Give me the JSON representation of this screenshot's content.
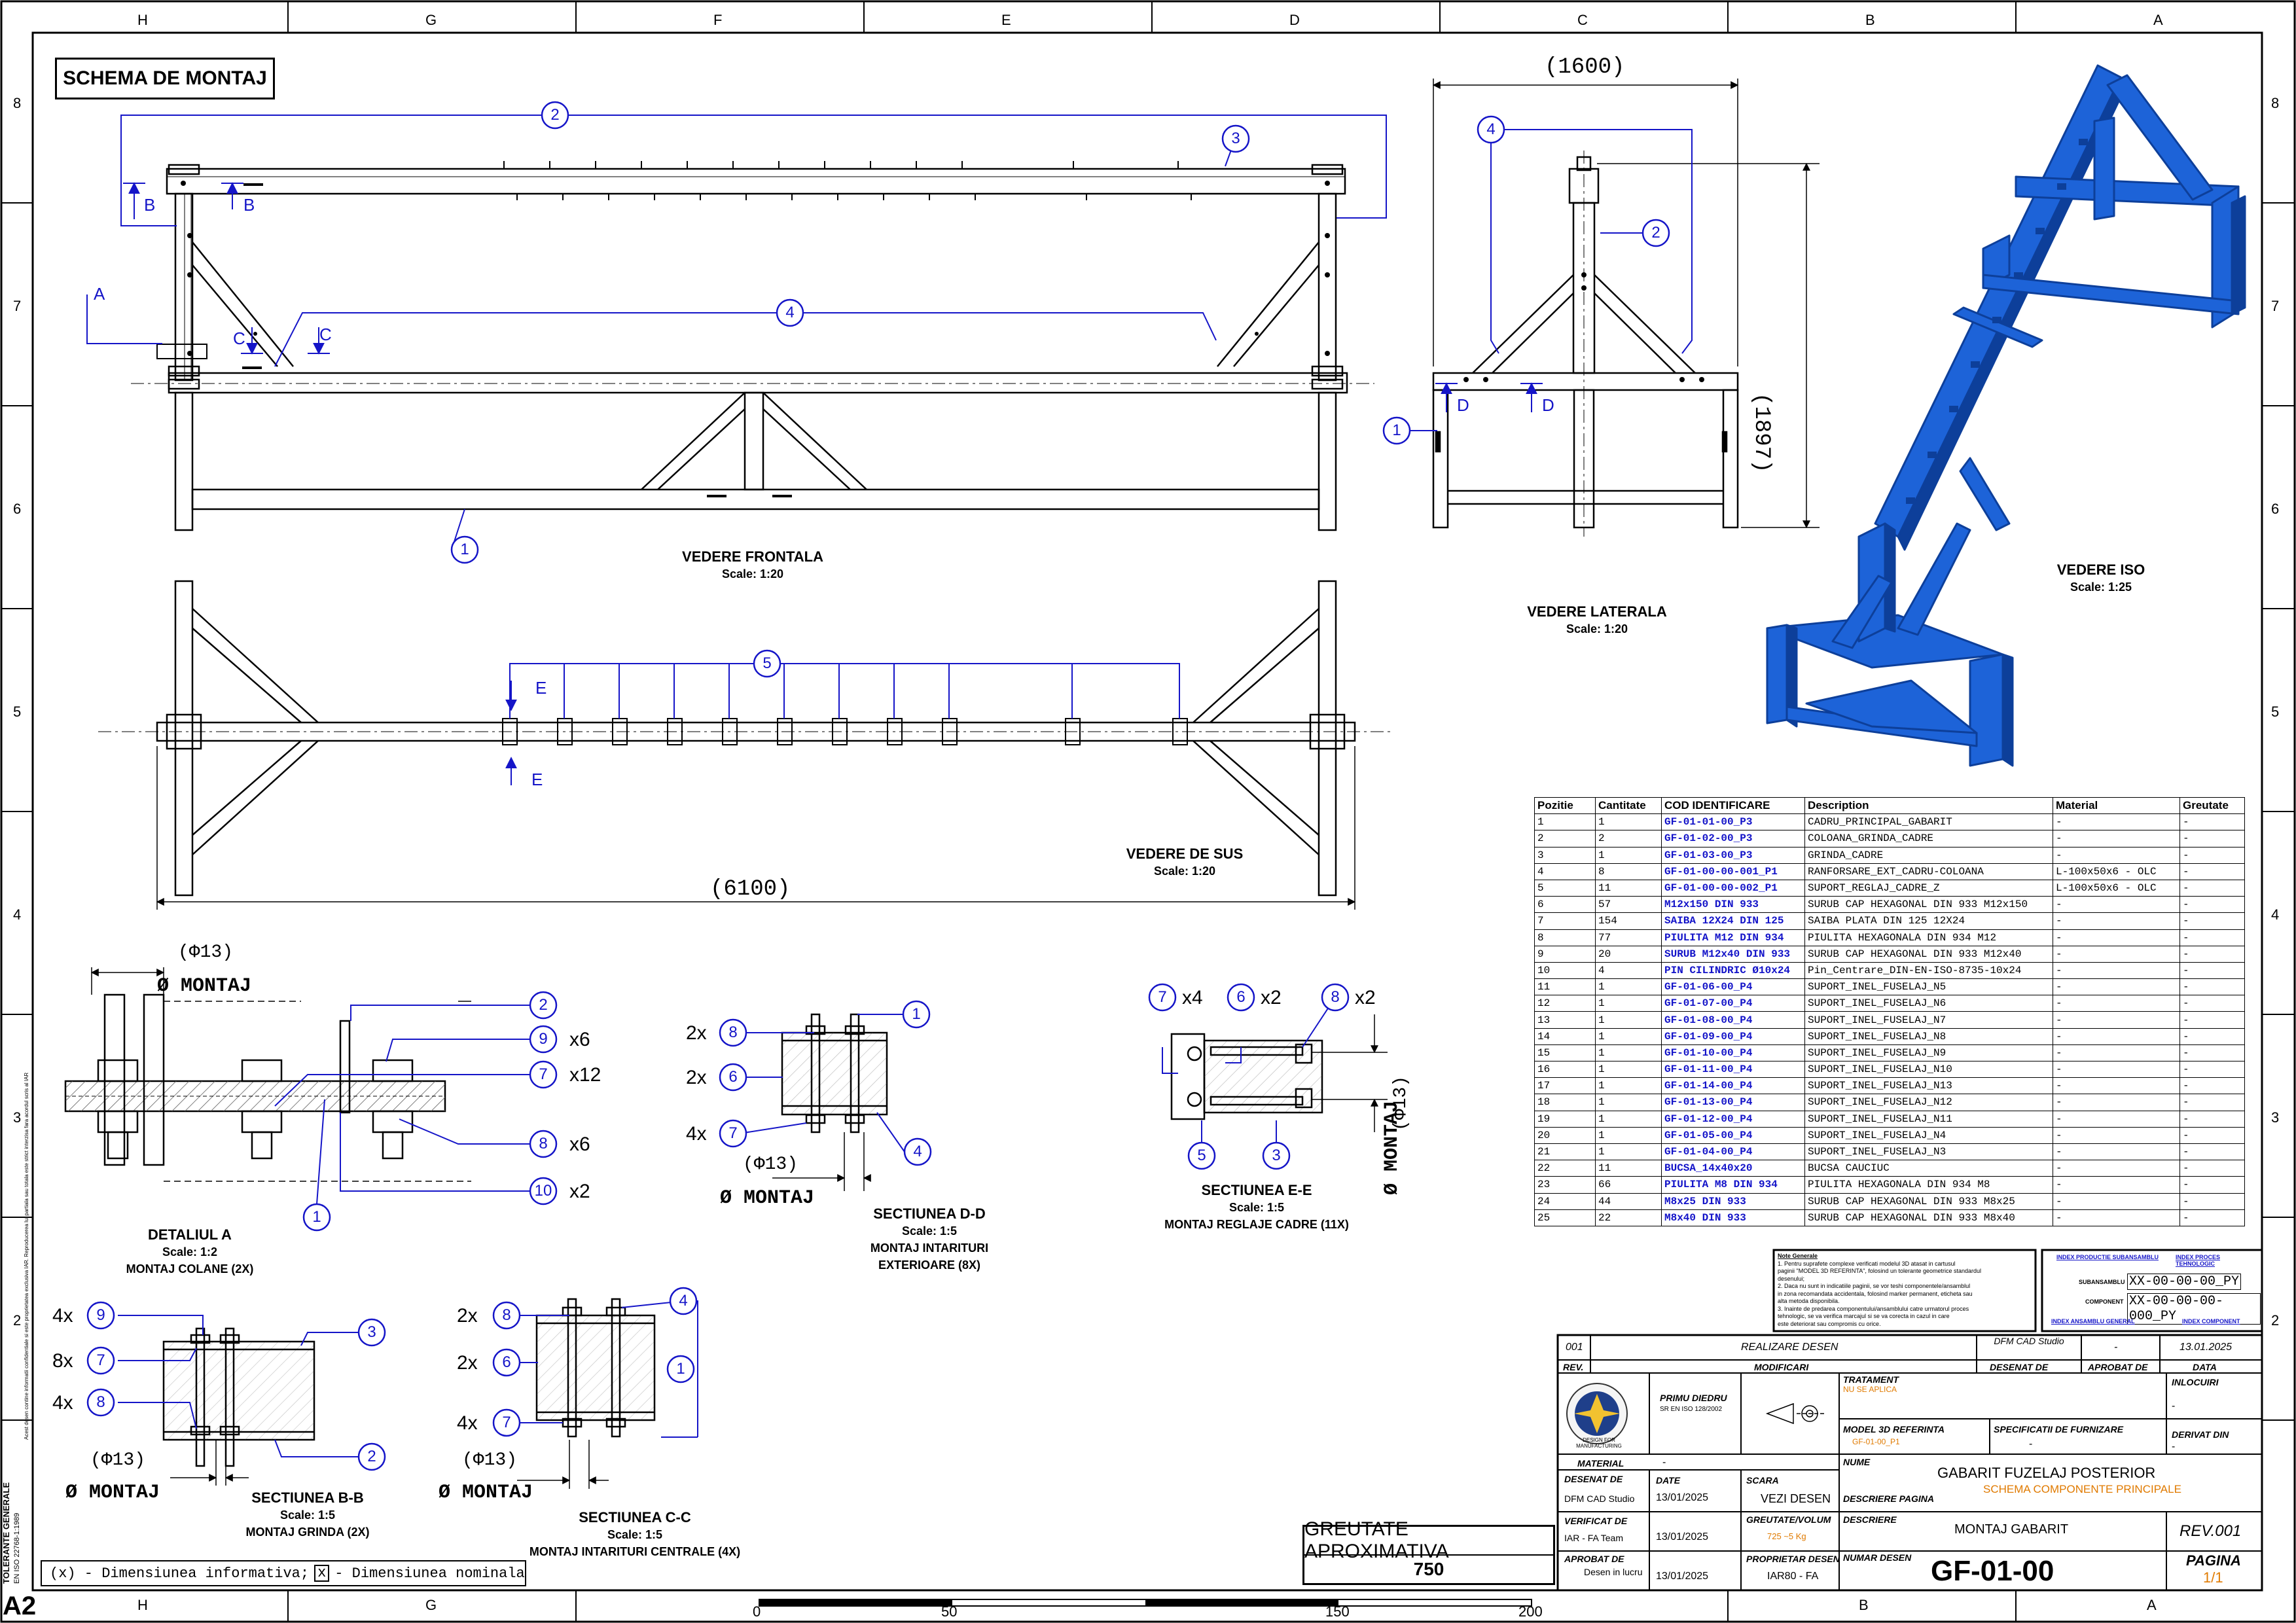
{
  "drawing_title": "SCHEMA DE MONTAJ",
  "frame": {
    "col_refs_top": [
      "H",
      "G",
      "F",
      "E",
      "D",
      "C",
      "B",
      "A"
    ],
    "col_refs_bottom": [
      "H",
      "G",
      "B",
      "A"
    ],
    "row_refs": [
      "8",
      "7",
      "6",
      "5",
      "4",
      "3",
      "2"
    ],
    "scale_bar": [
      "0",
      "50",
      "150",
      "200"
    ],
    "sheet_size": "A2"
  },
  "views": {
    "front": {
      "label": "VEDERE FRONTALA",
      "scale": "Scale:  1:20"
    },
    "top": {
      "label": "VEDERE DE SUS",
      "scale": "Scale:  1:20"
    },
    "side": {
      "label": "VEDERE LATERALA",
      "scale": "Scale:  1:20"
    },
    "iso": {
      "label": "VEDERE ISO",
      "scale": "Scale:  1:25"
    },
    "detail_a": {
      "label": "DETALIUL A",
      "scale": "Scale:  1:2",
      "note": "MONTAJ COLANE (2X)"
    },
    "sect_dd": {
      "label": "SECTIUNEA D-D",
      "scale": "Scale:  1:5",
      "note1": "MONTAJ INTARITURI",
      "note2": "EXTERIOARE (8X)"
    },
    "sect_ee": {
      "label": "SECTIUNEA E-E",
      "scale": "Scale:  1:5",
      "note": "MONTAJ REGLAJE CADRE (11X)"
    },
    "sect_bb": {
      "label": "SECTIUNEA B-B",
      "scale": "Scale:  1:5",
      "note": "MONTAJ GRINDA (2X)"
    },
    "sect_cc": {
      "label": "SECTIUNEA C-C",
      "scale": "Scale:  1:5",
      "note": "MONTAJ INTARITURI CENTRALE (4X)"
    }
  },
  "dims": {
    "overall_length": "(6100)",
    "side_width": "(1600)",
    "side_height": "(1897)",
    "hole": "(Φ13)",
    "montaj": "Ø MONTAJ"
  },
  "section_marks": [
    "A",
    "B",
    "C",
    "D",
    "E"
  ],
  "qty_marks": [
    "x6",
    "x12",
    "x6",
    "x2",
    "x4",
    "x2",
    "x2",
    "2x",
    "2x",
    "4x",
    "4x",
    "8x",
    "4x",
    "2x",
    "2x",
    "4x"
  ],
  "bom": {
    "headers": [
      "Pozitie",
      "Cantitate",
      "COD IDENTIFICARE",
      "Description",
      "Material",
      "Greutate"
    ],
    "rows": [
      [
        "1",
        "1",
        "GF-01-01-00_P3",
        "CADRU_PRINCIPAL_GABARIT",
        "-",
        "-"
      ],
      [
        "2",
        "2",
        "GF-01-02-00_P3",
        "COLOANA_GRINDA_CADRE",
        "-",
        "-"
      ],
      [
        "3",
        "1",
        "GF-01-03-00_P3",
        "GRINDA_CADRE",
        "-",
        "-"
      ],
      [
        "4",
        "8",
        "GF-01-00-00-001_P1",
        "RANFORSARE_EXT_CADRU-COLOANA",
        "L-100x50x6  - OLC",
        "-"
      ],
      [
        "5",
        "11",
        "GF-01-00-00-002_P1",
        "SUPORT_REGLAJ_CADRE_Z",
        "L-100x50x6  - OLC",
        "-"
      ],
      [
        "6",
        "57",
        "M12x150 DIN 933",
        "SURUB CAP HEXAGONAL DIN 933 M12x150",
        "-",
        "-"
      ],
      [
        "7",
        "154",
        "SAIBA 12X24 DIN 125",
        "SAIBA PLATA DIN 125 12X24",
        "-",
        "-"
      ],
      [
        "8",
        "77",
        "PIULITA M12 DIN 934",
        "PIULITA HEXAGONALA DIN 934 M12",
        "-",
        "-"
      ],
      [
        "9",
        "20",
        "SURUB M12x40 DIN 933",
        "SURUB CAP HEXAGONAL DIN 933 M12x40",
        "-",
        "-"
      ],
      [
        "10",
        "4",
        "PIN CILINDRIC Ø10x24",
        "Pin_Centrare_DIN-EN-ISO-8735-10x24",
        "-",
        "-"
      ],
      [
        "11",
        "1",
        "GF-01-06-00_P4",
        "SUPORT_INEL_FUSELAJ_N5",
        "-",
        "-"
      ],
      [
        "12",
        "1",
        "GF-01-07-00_P4",
        "SUPORT_INEL_FUSELAJ_N6",
        "-",
        "-"
      ],
      [
        "13",
        "1",
        "GF-01-08-00_P4",
        "SUPORT_INEL_FUSELAJ_N7",
        "-",
        "-"
      ],
      [
        "14",
        "1",
        "GF-01-09-00_P4",
        "SUPORT_INEL_FUSELAJ_N8",
        "-",
        "-"
      ],
      [
        "15",
        "1",
        "GF-01-10-00_P4",
        "SUPORT_INEL_FUSELAJ_N9",
        "-",
        "-"
      ],
      [
        "16",
        "1",
        "GF-01-11-00_P4",
        "SUPORT_INEL_FUSELAJ_N10",
        "-",
        "-"
      ],
      [
        "17",
        "1",
        "GF-01-14-00_P4",
        "SUPORT_INEL_FUSELAJ_N13",
        "-",
        "-"
      ],
      [
        "18",
        "1",
        "GF-01-13-00_P4",
        "SUPORT_INEL_FUSELAJ_N12",
        "-",
        "-"
      ],
      [
        "19",
        "1",
        "GF-01-12-00_P4",
        "SUPORT_INEL_FUSELAJ_N11",
        "-",
        "-"
      ],
      [
        "20",
        "1",
        "GF-01-05-00_P4",
        "SUPORT_INEL_FUSELAJ_N4",
        "-",
        "-"
      ],
      [
        "21",
        "1",
        "GF-01-04-00_P4",
        "SUPORT_INEL_FUSELAJ_N3",
        "-",
        "-"
      ],
      [
        "22",
        "11",
        "BUCSA_14x40x20",
        "BUCSA CAUCIUC",
        "-",
        "-"
      ],
      [
        "23",
        "66",
        "PIULITA M8 DIN 934",
        "PIULITA HEXAGONALA DIN 934 M8",
        "-",
        "-"
      ],
      [
        "24",
        "44",
        "M8x25  DIN 933",
        "SURUB CAP HEXAGONAL DIN 933 M8x25",
        "-",
        "-"
      ],
      [
        "25",
        "22",
        "M8x40  DIN 933",
        "SURUB CAP HEXAGONAL DIN 933 M8x40",
        "-",
        "-"
      ]
    ]
  },
  "notes": {
    "title": "Note Generale",
    "lines": [
      "1. Pentru suprafete complexe verificati modelul 3D atasat in cartusul",
      "paginii \"MODEL 3D REFERINTA\", folosind un tolerante geometrice standardul",
      "desenului;",
      "2. Daca nu sunt in indicatiile paginii, se vor teshi componentele/ansamblul",
      "in zona recomandata accidentala, folosind marker permanent, eticheta sau",
      "alta metoda disponibila.",
      "3. Inainte de predarea componentului/ansamblului catre urmatorul proces",
      "tehnologic, se va verifica marcajul si se va corecta in cazul in care",
      "este deteriorat sau compromis cu orice."
    ]
  },
  "code_legend": {
    "c1": "INDEX PRODUCTIE SUBANSAMBLU",
    "c2": "INDEX PROCES TEHNOLOGIC",
    "sub_label": "SUBANSAMBLU",
    "sub_code": "XX-00-00-00_PY",
    "comp_label": "COMPONENT",
    "comp_code": "XX-00-00-00-000_PY",
    "c3": "INDEX ANSAMBLU GENERAL",
    "c4": "INDEX COMPONENT"
  },
  "weight": {
    "label": "GREUTATE APROXIMATIVA",
    "value": "750"
  },
  "legend_text": "(x) - Dimensiunea informativa;",
  "legend_text2": "x",
  "legend_text3": "- Dimensiunea nominala",
  "side_strip": {
    "tolerante": "TOLERANTE GENERALE",
    "standard": "EN ISO 22768-1:1989",
    "confidential": "Acest desen contine informatii confidentiale si este proprietatea exclusiva IAR. Reproducerea lui partiala sau totala este strict interzisa fara acordul scris al IAR"
  },
  "title_block": {
    "rev_row": {
      "rev": "001",
      "desc": "REALIZARE DESEN",
      "by": "DFM CAD Studio",
      "appr": "-",
      "date": "13.01.2025"
    },
    "rev_headers": {
      "rev": "REV.",
      "desc": "MODIFICARI",
      "by": "DESENAT DE",
      "appr": "APROBAT DE",
      "date": "DATA"
    },
    "projection": "PRIMU DIEDRU",
    "projection_std": "SR EN ISO 128/2002",
    "tratament_lbl": "TRATAMENT",
    "tratament": "NU SE APLICA",
    "inlocuiri_lbl": "INLOCUIRI",
    "inlocuiri": "-",
    "model_lbl": "MODEL 3D REFERINTA",
    "model": "GF-01-00_P1",
    "spec_lbl": "SPECIFICATII DE FURNIZARE",
    "spec": "-",
    "derivat_lbl": "DERIVAT DIN",
    "derivat": "-",
    "material_lbl": "MATERIAL",
    "material": "-",
    "nume_lbl": "NUME",
    "nume": "GABARIT FUZELAJ POSTERIOR",
    "subtitle": "SCHEMA COMPONENTE PRINCIPALE",
    "descriere_pag_lbl": "DESCRIERE PAGINA",
    "desenat_lbl": "DESENAT DE",
    "desenat": "DFM CAD Studio",
    "data_lbl": "DATE",
    "data1": "13/01/2025",
    "scara_lbl": "SCARA",
    "scara": "VEZI DESEN",
    "verificat_lbl": "VERIFICAT DE",
    "verificat": "IAR - FA Team",
    "data2": "13/01/2025",
    "greutate_lbl": "GREUTATE/VOLUM",
    "greutate": "725 ~5 Kg",
    "descriere_lbl": "DESCRIERE",
    "descriere": "MONTAJ GABARIT",
    "rev_lbl": "REV.001",
    "aprobat_lbl": "APROBAT DE",
    "aprobat": "Desen in lucru",
    "data3": "13/01/2025",
    "proprietar_lbl": "PROPRIETAR DESEN",
    "proprietar": "IAR80 - FA",
    "numar_lbl": "NUMAR DESEN",
    "numar": "GF-01-00",
    "pagina_lbl": "PAGINA",
    "pagina": "1/1",
    "logo_text": "DESIGN FOR MANUFACTURING"
  },
  "colors": {
    "ink": "#000000",
    "blue": "#1515c8",
    "iso_blue": "#1d63d8",
    "iso_dark": "#0d3f9a",
    "orange": "#e07a00"
  }
}
